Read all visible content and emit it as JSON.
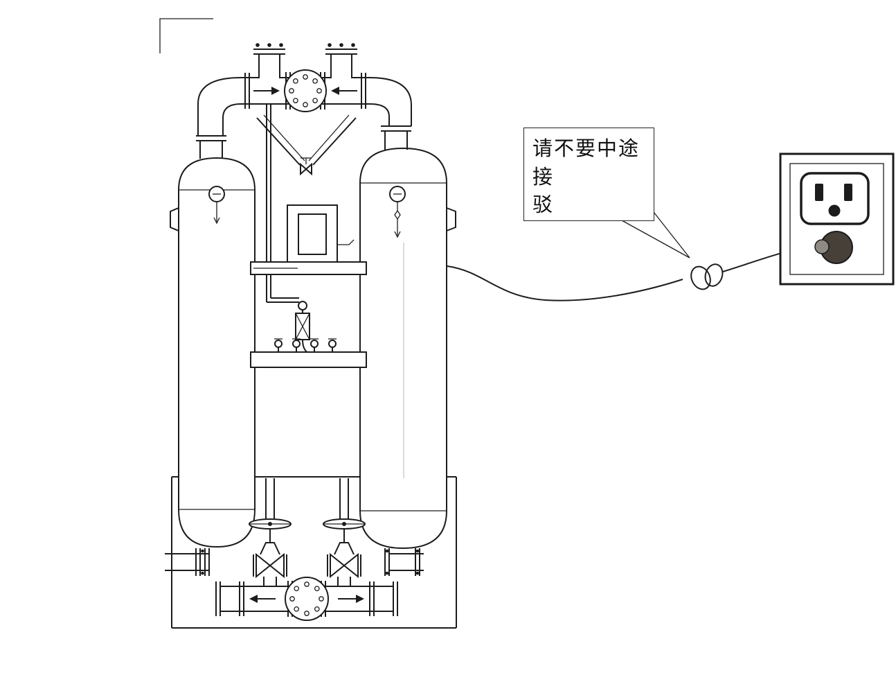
{
  "callout": {
    "lines": [
      "请不要中途接",
      "驳"
    ],
    "text": "请不要中途接驳"
  },
  "colors": {
    "line": "#1c1c1c",
    "plug_body": "#474038",
    "plug_ferrule": "#8f8a84",
    "background": "#ffffff"
  }
}
